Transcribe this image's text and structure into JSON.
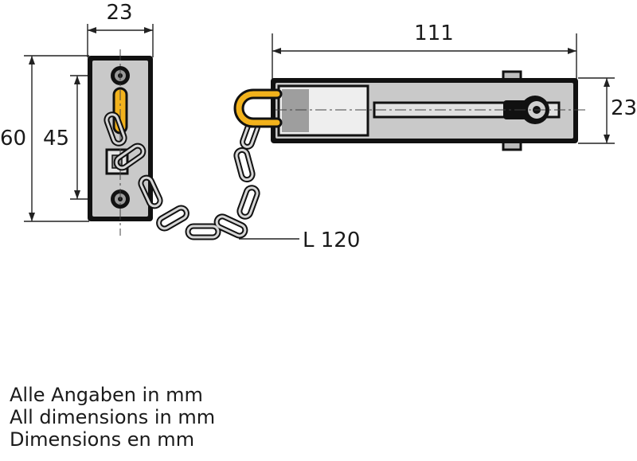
{
  "dimensions": {
    "plate_width": "23",
    "plate_height": "60",
    "hole_spacing": "45",
    "rail_length": "111",
    "rail_height": "23",
    "chain_length": "L 120"
  },
  "notes": [
    "Alle Angaben in mm",
    "All dimensions in mm",
    "Dimensions en mm"
  ],
  "colors": {
    "lock_accent": "#f2b21c",
    "body_gray": "#c9c9c9",
    "outline": "#111111"
  }
}
